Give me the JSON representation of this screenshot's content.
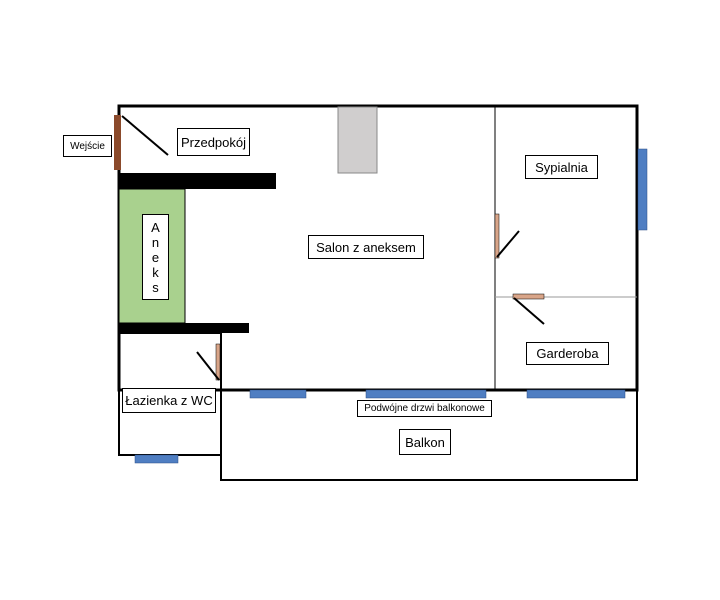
{
  "rooms": {
    "entrance": "Wejście",
    "hallway": "Przedpokój",
    "living": "Salon z aneksem",
    "bedroom": "Sypialnia",
    "kitchenette": "Aneks",
    "wardrobe": "Garderoba",
    "bathroom": "Łazienka z WC",
    "balcony_door": "Podwójne drzwi balkonowe",
    "balcony": "Balkon"
  },
  "colors": {
    "wall": "#000000",
    "window": "#4f7ec2",
    "door": "#d9a589",
    "entrance_door": "#8b4a2b",
    "kitchenette_fill": "#a9d18e",
    "chimney": "#d0cece"
  }
}
